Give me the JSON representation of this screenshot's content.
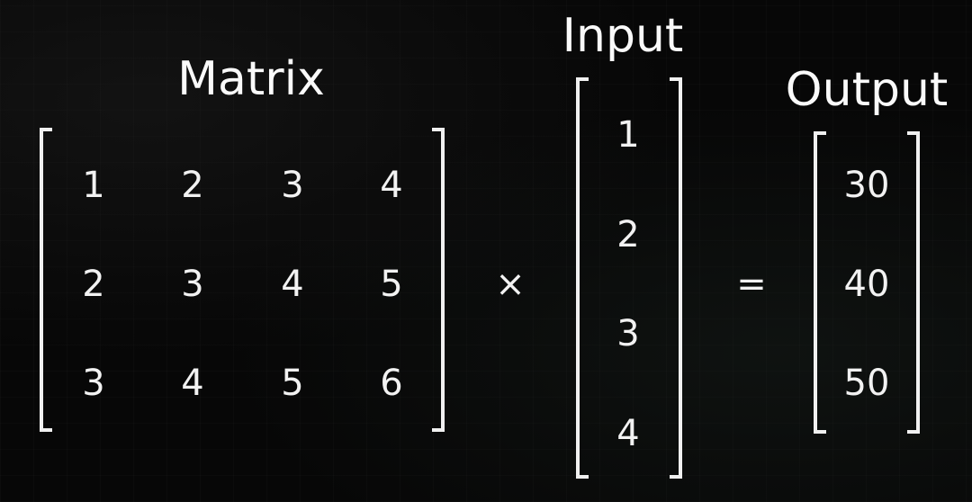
{
  "titles": {
    "matrix": "Matrix",
    "input": "Input",
    "output": "Output"
  },
  "matrix": [
    [
      "1",
      "2",
      "3",
      "4"
    ],
    [
      "2",
      "3",
      "4",
      "5"
    ],
    [
      "3",
      "4",
      "5",
      "6"
    ]
  ],
  "input": [
    "1",
    "2",
    "3",
    "4"
  ],
  "output": [
    "30",
    "40",
    "50"
  ],
  "operators": {
    "multiply": "×",
    "equals": "="
  }
}
